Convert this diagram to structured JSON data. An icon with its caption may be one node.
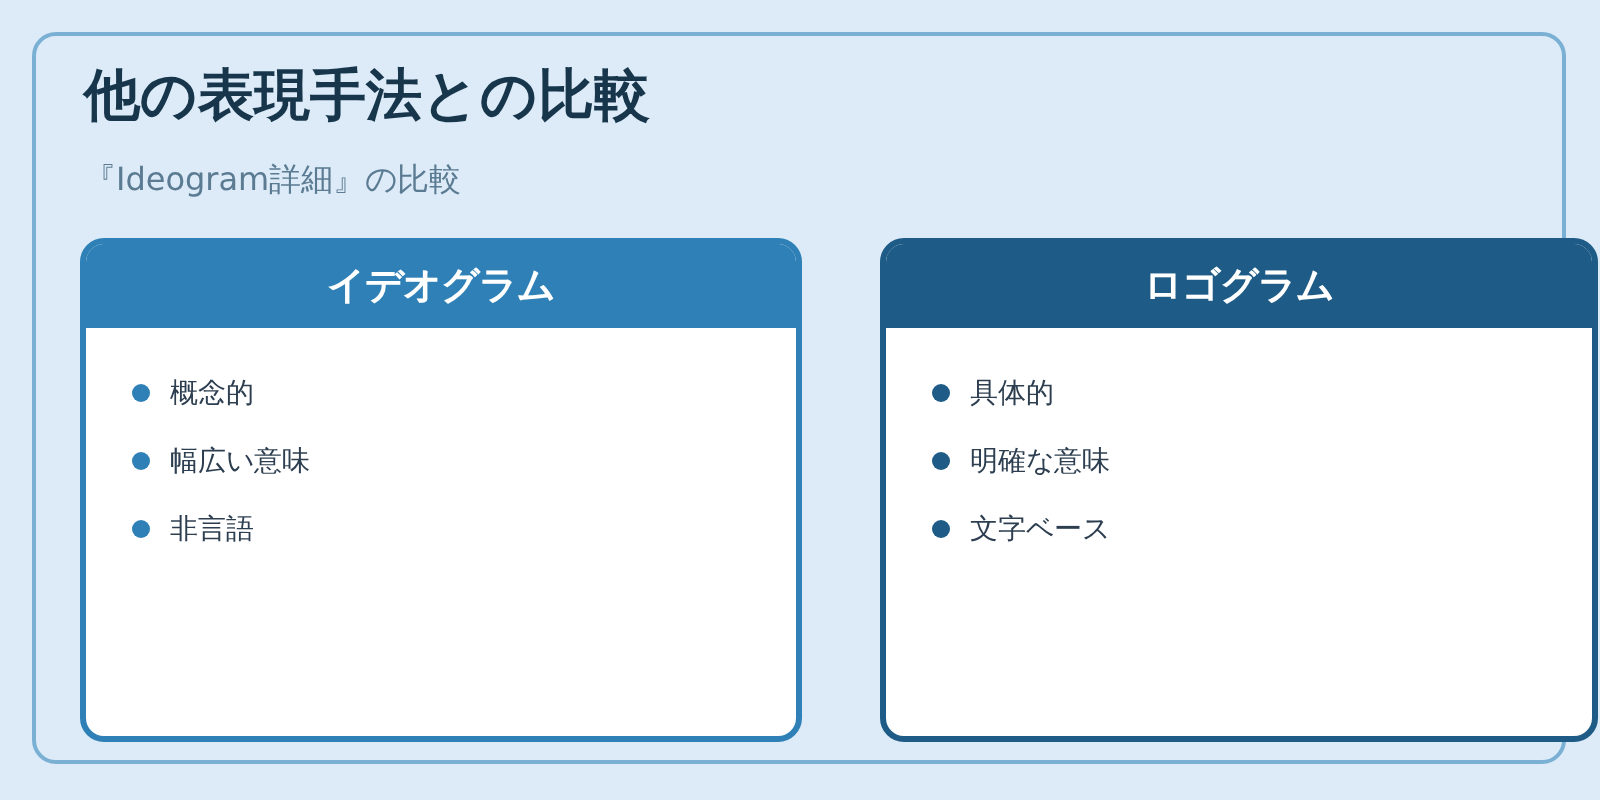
{
  "diagram": {
    "title": "他の表現手法との比較",
    "nodes": [
      {
        "text": [
          "イデオグラム",
          "概念的",
          "幅広い意味",
          "非言語"
        ]
      },
      {
        "text": [
          "ロゴグラム",
          "具体的",
          "明確な意味",
          "文字ベース"
        ]
      }
    ],
    "labels": [
      "『Ideogram詳細』の比較"
    ]
  }
}
